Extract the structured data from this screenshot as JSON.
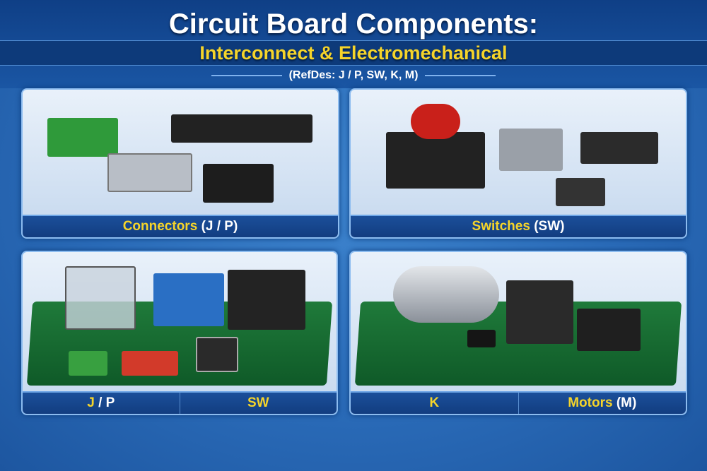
{
  "header": {
    "title": "Circuit Board Components:",
    "subtitle": "Interconnect & Electromechanical",
    "refdes": "(RefDes: J / P, SW, K, M)"
  },
  "panels": [
    {
      "labels": [
        {
          "main": "Connectors",
          "suffix": "(J / P)"
        }
      ]
    },
    {
      "labels": [
        {
          "main": "Switches",
          "suffix": "(SW)"
        }
      ]
    },
    {
      "labels": [
        {
          "main": "J",
          "suffix": "/ P"
        },
        {
          "main": "SW",
          "suffix": ""
        }
      ]
    },
    {
      "labels": [
        {
          "main": "K",
          "suffix": ""
        },
        {
          "main": "Motors",
          "suffix": "(M)"
        }
      ]
    }
  ],
  "colors": {
    "accent": "#f5d42a",
    "panel_bar": "#164690",
    "pcb": "#1f7a3a"
  }
}
